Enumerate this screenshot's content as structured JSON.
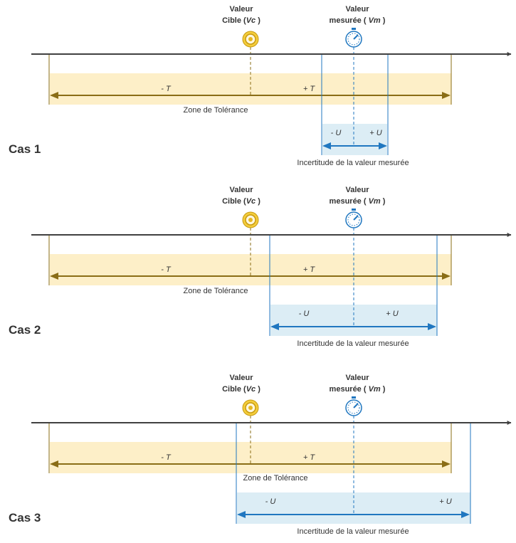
{
  "colors": {
    "axis": "#404040",
    "tolerance_fill": "#fdefc8",
    "tolerance_line": "#8a6d16",
    "uncertainty_fill": "#dcedf5",
    "uncertainty_line": "#2077c0",
    "target_icon": "#e6b820",
    "text": "#333333"
  },
  "cases": [
    {
      "label": "Cas 1",
      "target": {
        "line1": "Valeur",
        "line2_prefix": "Cible (",
        "symbol": "Vc",
        "line2_suffix": " )"
      },
      "measured": {
        "line1": "Valeur",
        "line2_prefix": "mesurée ( ",
        "symbol": "Vm",
        "line2_suffix": " )"
      },
      "tolerance": {
        "minus": "- T",
        "plus": "+ T",
        "caption": "Zone de Tolérance"
      },
      "uncertainty": {
        "minus": "- U",
        "plus": "+ U",
        "caption": "Incertitude de la valeur mesurée"
      }
    },
    {
      "label": "Cas 2",
      "target": {
        "line1": "Valeur",
        "line2_prefix": "Cible (",
        "symbol": "Vc",
        "line2_suffix": " )"
      },
      "measured": {
        "line1": "Valeur",
        "line2_prefix": "mesurée ( ",
        "symbol": "Vm",
        "line2_suffix": " )"
      },
      "tolerance": {
        "minus": "- T",
        "plus": "+ T",
        "caption": "Zone de Tolérance"
      },
      "uncertainty": {
        "minus": "- U",
        "plus": "+ U",
        "caption": "Incertitude de la valeur mesurée"
      }
    },
    {
      "label": "Cas 3",
      "target": {
        "line1": "Valeur",
        "line2_prefix": "Cible (",
        "symbol": "Vc",
        "line2_suffix": " )"
      },
      "measured": {
        "line1": "Valeur",
        "line2_prefix": "mesurée ( ",
        "symbol": "Vm",
        "line2_suffix": " )"
      },
      "tolerance": {
        "minus": "- T",
        "plus": "+ T",
        "caption": "Zone de Tolérance"
      },
      "uncertainty": {
        "minus": "- U",
        "plus": "+ U",
        "caption": "Incertitude de la valeur mesurée"
      }
    }
  ]
}
